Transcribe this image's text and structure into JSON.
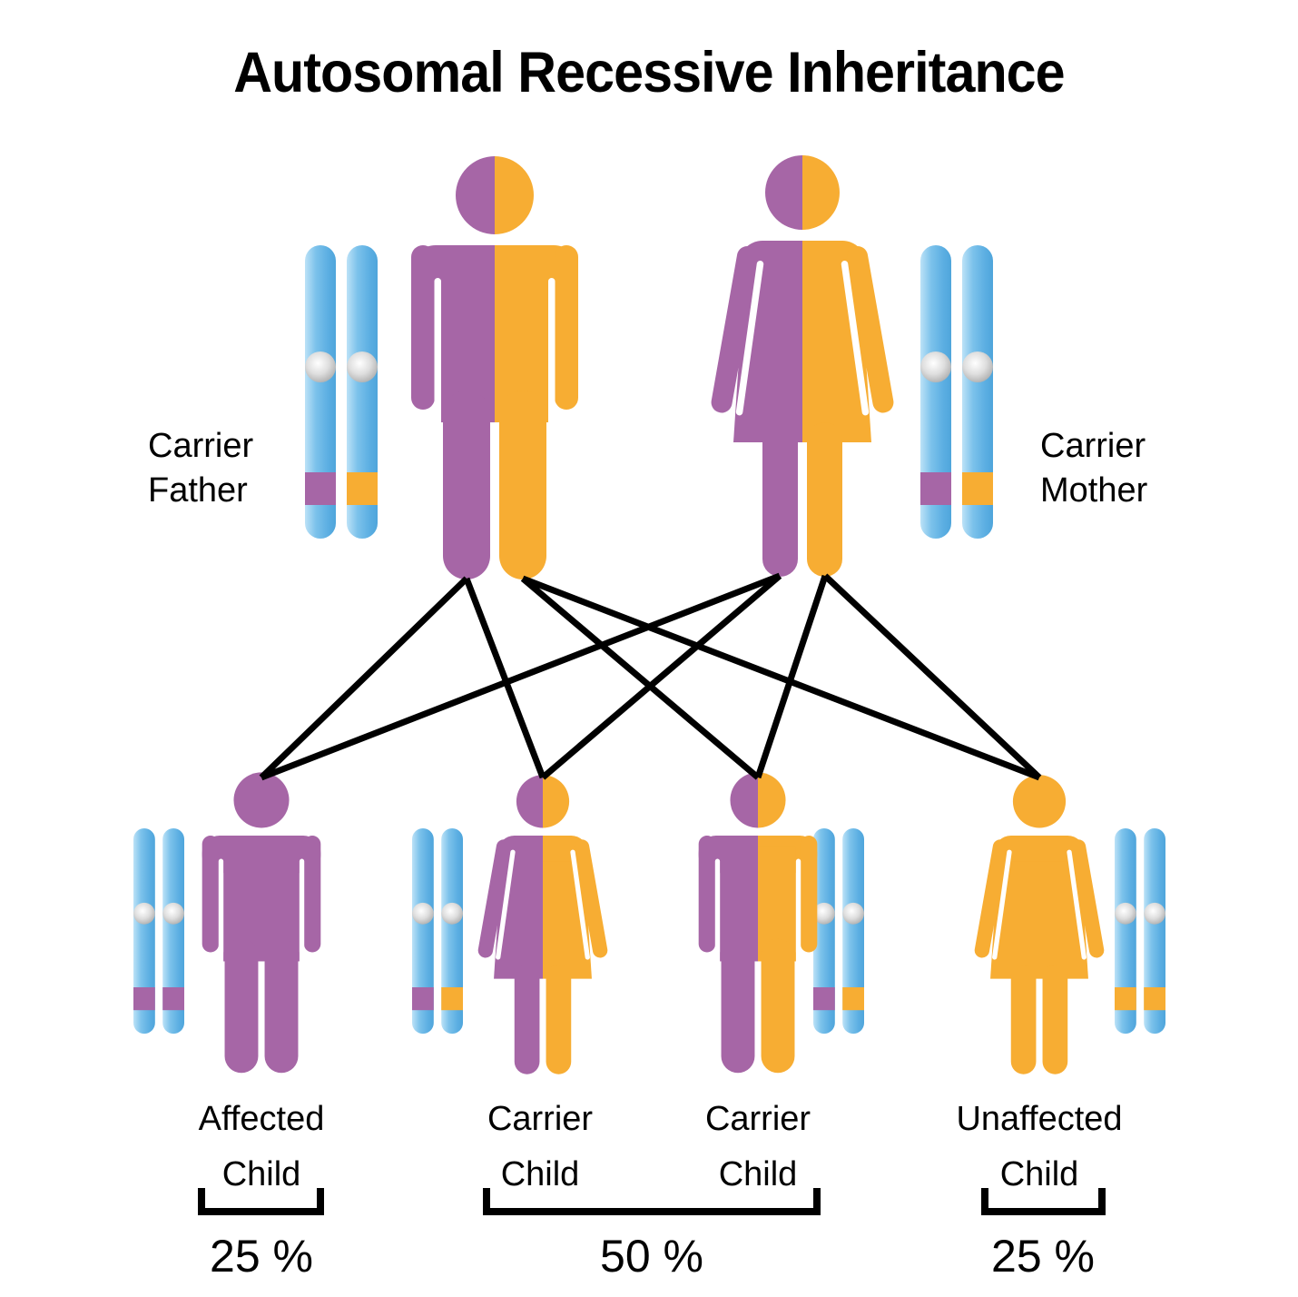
{
  "title": "Autosomal Recessive Inheritance",
  "parents": {
    "father": {
      "label_line1": "Carrier",
      "label_line2": "Father",
      "sex": "male",
      "status": "carrier"
    },
    "mother": {
      "label_line1": "Carrier",
      "label_line2": "Mother",
      "sex": "female",
      "status": "carrier"
    }
  },
  "children": [
    {
      "label_line1": "Affected",
      "label_line2": "Child",
      "sex": "male",
      "status": "affected"
    },
    {
      "label_line1": "Carrier",
      "label_line2": "Child",
      "sex": "female",
      "status": "carrier"
    },
    {
      "label_line1": "Carrier",
      "label_line2": "Child",
      "sex": "male",
      "status": "carrier"
    },
    {
      "label_line1": "Unaffected",
      "label_line2": "Child",
      "sex": "female",
      "status": "unaffected"
    }
  ],
  "probabilities": [
    {
      "label": "25 %",
      "group": "affected child"
    },
    {
      "label": "50 %",
      "group": "carrier children"
    },
    {
      "label": "25 %",
      "group": "unaffected child"
    }
  ],
  "connections": [
    {
      "from": "father",
      "to": "affected child"
    },
    {
      "from": "father",
      "to": "carrier child 1"
    },
    {
      "from": "father",
      "to": "carrier child 2"
    },
    {
      "from": "father",
      "to": "unaffected child"
    },
    {
      "from": "mother",
      "to": "affected child"
    },
    {
      "from": "mother",
      "to": "carrier child 1"
    },
    {
      "from": "mother",
      "to": "carrier child 2"
    },
    {
      "from": "mother",
      "to": "unaffected child"
    }
  ],
  "colors": {
    "affected": "#A666A6",
    "unaffected": "#F7AD33",
    "chromosome_light": "#BCE2F7",
    "chromosome_dark": "#4FA5DB",
    "centromere": "#C9C9C9",
    "line": "#000000",
    "text": "#000000"
  }
}
